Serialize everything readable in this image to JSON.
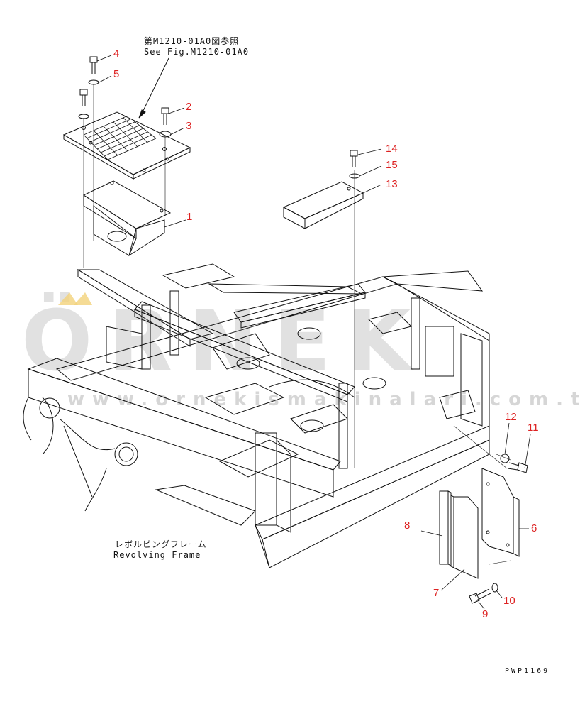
{
  "reference": {
    "japanese": "第M1210-01A0図参照",
    "english": "See Fig.M1210-01A0"
  },
  "frame_label": {
    "japanese": "レボルビングフレーム",
    "english": "Revolving Frame"
  },
  "figure_code": "PWP1169",
  "watermark": {
    "brand": "ÖRNEK",
    "url": "www.ornekismakinalari.com.tr"
  },
  "callouts": [
    "1",
    "2",
    "3",
    "4",
    "5",
    "6",
    "7",
    "8",
    "9",
    "10",
    "11",
    "12",
    "13",
    "14",
    "15"
  ],
  "colors": {
    "line": "#111111",
    "callout": "#dd2222",
    "watermark": "#d8d8d8",
    "watermark_accent": "#f3d27a"
  }
}
